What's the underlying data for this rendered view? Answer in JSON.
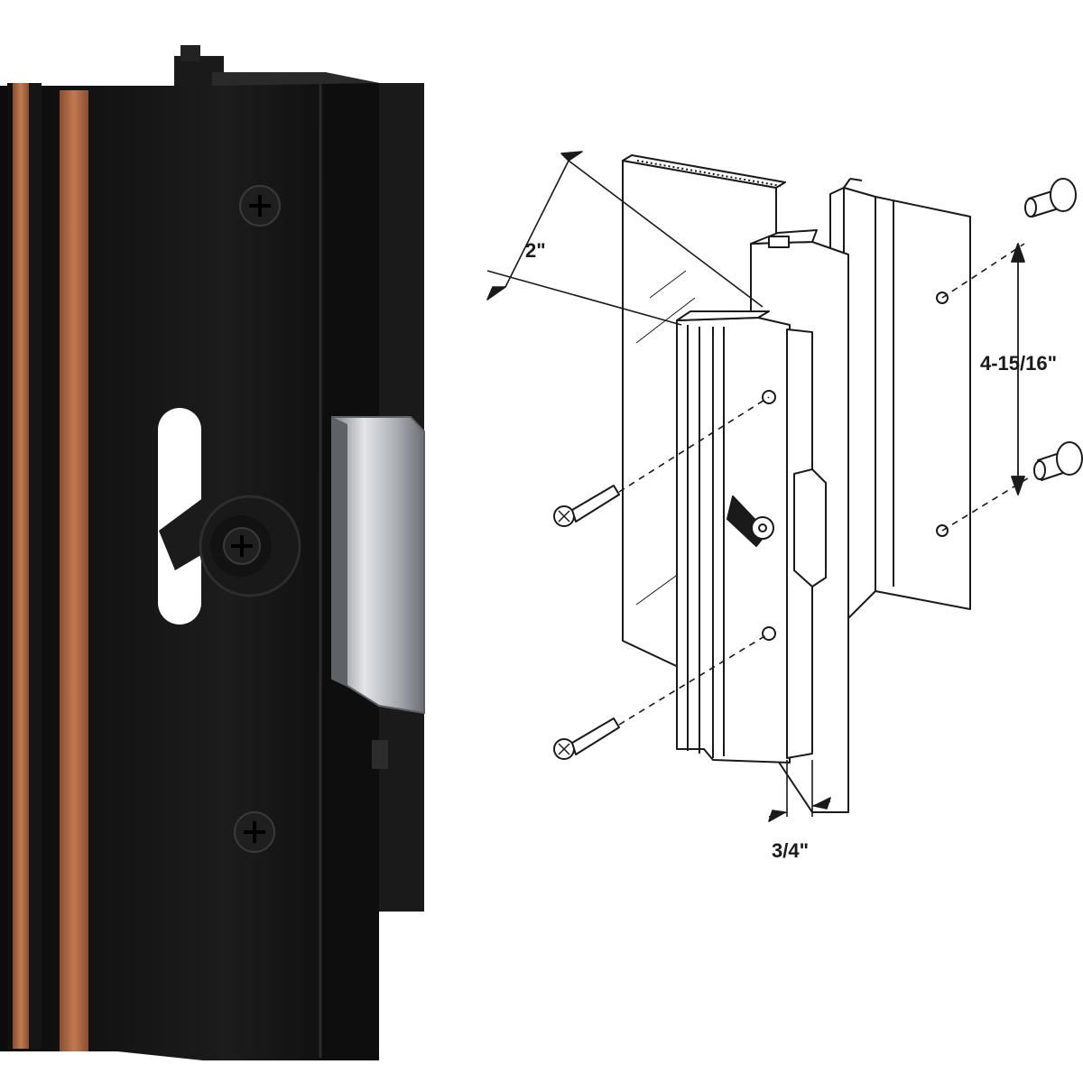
{
  "dimensions": {
    "width_label": "2\"",
    "height_label": "4-15/16\"",
    "depth_label": "3/4\""
  },
  "colors": {
    "handle_body": "#141414",
    "handle_edge": "#2e2e2e",
    "wood_insert": "#b5704a",
    "wood_insert_dark": "#8a4e30",
    "latch_metal": "#b9bcc0",
    "diagram_line": "#1a1a1a"
  },
  "icons": {
    "photo": "door-handle-photo",
    "diagram": "exploded-mounting-diagram",
    "screw": "screw-icon",
    "mounting_bolt": "mounting-bolt-icon"
  }
}
